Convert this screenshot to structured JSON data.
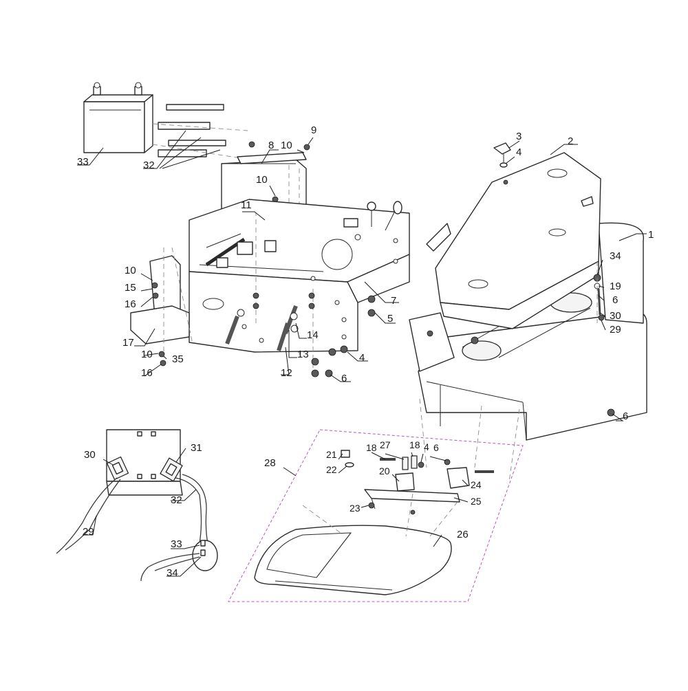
{
  "callouts": [
    {
      "id": "c1",
      "label": "1"
    },
    {
      "id": "c2",
      "label": "2"
    },
    {
      "id": "c3",
      "label": "3"
    },
    {
      "id": "c4a",
      "label": "4"
    },
    {
      "id": "c5",
      "label": "5"
    },
    {
      "id": "c4b",
      "label": "4"
    },
    {
      "id": "c6a",
      "label": "6"
    },
    {
      "id": "c7",
      "label": "7"
    },
    {
      "id": "c8",
      "label": "8"
    },
    {
      "id": "c9",
      "label": "9"
    },
    {
      "id": "c10a",
      "label": "10"
    },
    {
      "id": "c10b",
      "label": "10"
    },
    {
      "id": "c11",
      "label": "11"
    },
    {
      "id": "c10c",
      "label": "10"
    },
    {
      "id": "c15",
      "label": "15"
    },
    {
      "id": "c16a",
      "label": "16"
    },
    {
      "id": "c17",
      "label": "17"
    },
    {
      "id": "c10d",
      "label": "10"
    },
    {
      "id": "c35",
      "label": "35"
    },
    {
      "id": "c16b",
      "label": "16"
    },
    {
      "id": "c12",
      "label": "12"
    },
    {
      "id": "c13",
      "label": "13"
    },
    {
      "id": "c14",
      "label": "14"
    },
    {
      "id": "c33a",
      "label": "33"
    },
    {
      "id": "c32a",
      "label": "32"
    },
    {
      "id": "c34a",
      "label": "34"
    },
    {
      "id": "c19",
      "label": "19"
    },
    {
      "id": "c6b",
      "label": "6"
    },
    {
      "id": "c30a",
      "label": "30"
    },
    {
      "id": "c29a",
      "label": "29"
    },
    {
      "id": "c6c",
      "label": "6"
    },
    {
      "id": "c28",
      "label": "28"
    },
    {
      "id": "c21",
      "label": "21"
    },
    {
      "id": "c22",
      "label": "22"
    },
    {
      "id": "c18a",
      "label": "18"
    },
    {
      "id": "c27",
      "label": "27"
    },
    {
      "id": "c18b",
      "label": "18"
    },
    {
      "id": "c4c",
      "label": "4"
    },
    {
      "id": "c6d",
      "label": "6"
    },
    {
      "id": "c20",
      "label": "20"
    },
    {
      "id": "c24",
      "label": "24"
    },
    {
      "id": "c25",
      "label": "25"
    },
    {
      "id": "c23",
      "label": "23"
    },
    {
      "id": "c26",
      "label": "26"
    },
    {
      "id": "c30b",
      "label": "30"
    },
    {
      "id": "c31",
      "label": "31"
    },
    {
      "id": "c32b",
      "label": "32"
    },
    {
      "id": "c29b",
      "label": "29"
    },
    {
      "id": "c33b",
      "label": "33"
    },
    {
      "id": "c34b",
      "label": "34"
    }
  ]
}
